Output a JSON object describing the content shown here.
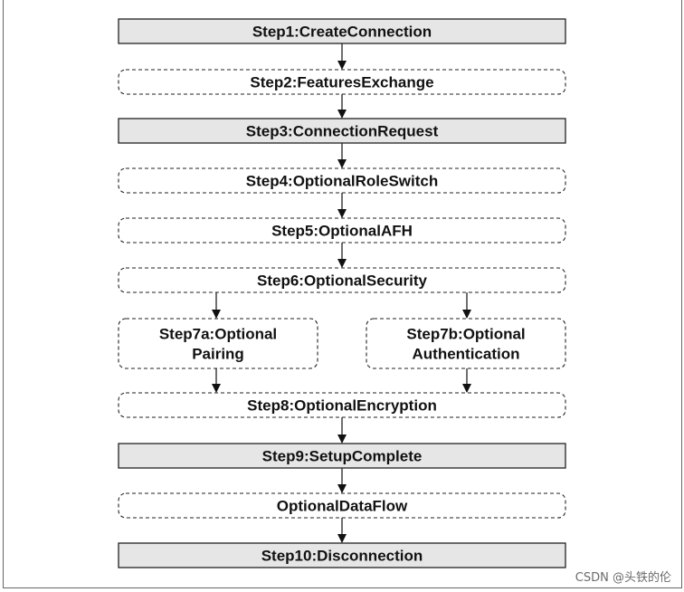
{
  "nodes": [
    {
      "id": "step1",
      "lines": [
        "Step1:CreateConnection"
      ],
      "style": "solid"
    },
    {
      "id": "step2",
      "lines": [
        "Step2:FeaturesExchange"
      ],
      "style": "dashed"
    },
    {
      "id": "step3",
      "lines": [
        "Step3:ConnectionRequest"
      ],
      "style": "solid"
    },
    {
      "id": "step4",
      "lines": [
        "Step4:OptionalRoleSwitch"
      ],
      "style": "dashed"
    },
    {
      "id": "step5",
      "lines": [
        "Step5:OptionalAFH"
      ],
      "style": "dashed"
    },
    {
      "id": "step6",
      "lines": [
        "Step6:OptionalSecurity"
      ],
      "style": "dashed"
    },
    {
      "id": "step7a",
      "lines": [
        "Step7a:Optional",
        "Pairing"
      ],
      "style": "dashed"
    },
    {
      "id": "step7b",
      "lines": [
        "Step7b:Optional",
        "Authentication"
      ],
      "style": "dashed"
    },
    {
      "id": "step8",
      "lines": [
        "Step8:OptionalEncryption"
      ],
      "style": "dashed"
    },
    {
      "id": "step9",
      "lines": [
        "Step9:SetupComplete"
      ],
      "style": "solid"
    },
    {
      "id": "dataflow",
      "lines": [
        "OptionalDataFlow"
      ],
      "style": "dashed"
    },
    {
      "id": "step10",
      "lines": [
        "Step10:Disconnection"
      ],
      "style": "solid"
    }
  ],
  "edges": [
    [
      "step1",
      "step2"
    ],
    [
      "step2",
      "step3"
    ],
    [
      "step3",
      "step4"
    ],
    [
      "step4",
      "step5"
    ],
    [
      "step5",
      "step6"
    ],
    [
      "step6",
      "step7a"
    ],
    [
      "step6",
      "step7b"
    ],
    [
      "step7a",
      "step8"
    ],
    [
      "step7b",
      "step8"
    ],
    [
      "step8",
      "step9"
    ],
    [
      "step9",
      "dataflow"
    ],
    [
      "dataflow",
      "step10"
    ]
  ],
  "colors": {
    "solid_fill": "#e6e6e6",
    "border": "#222222",
    "arrow": "#111111",
    "text": "#111111"
  },
  "watermark": "CSDN @头铁的伦"
}
